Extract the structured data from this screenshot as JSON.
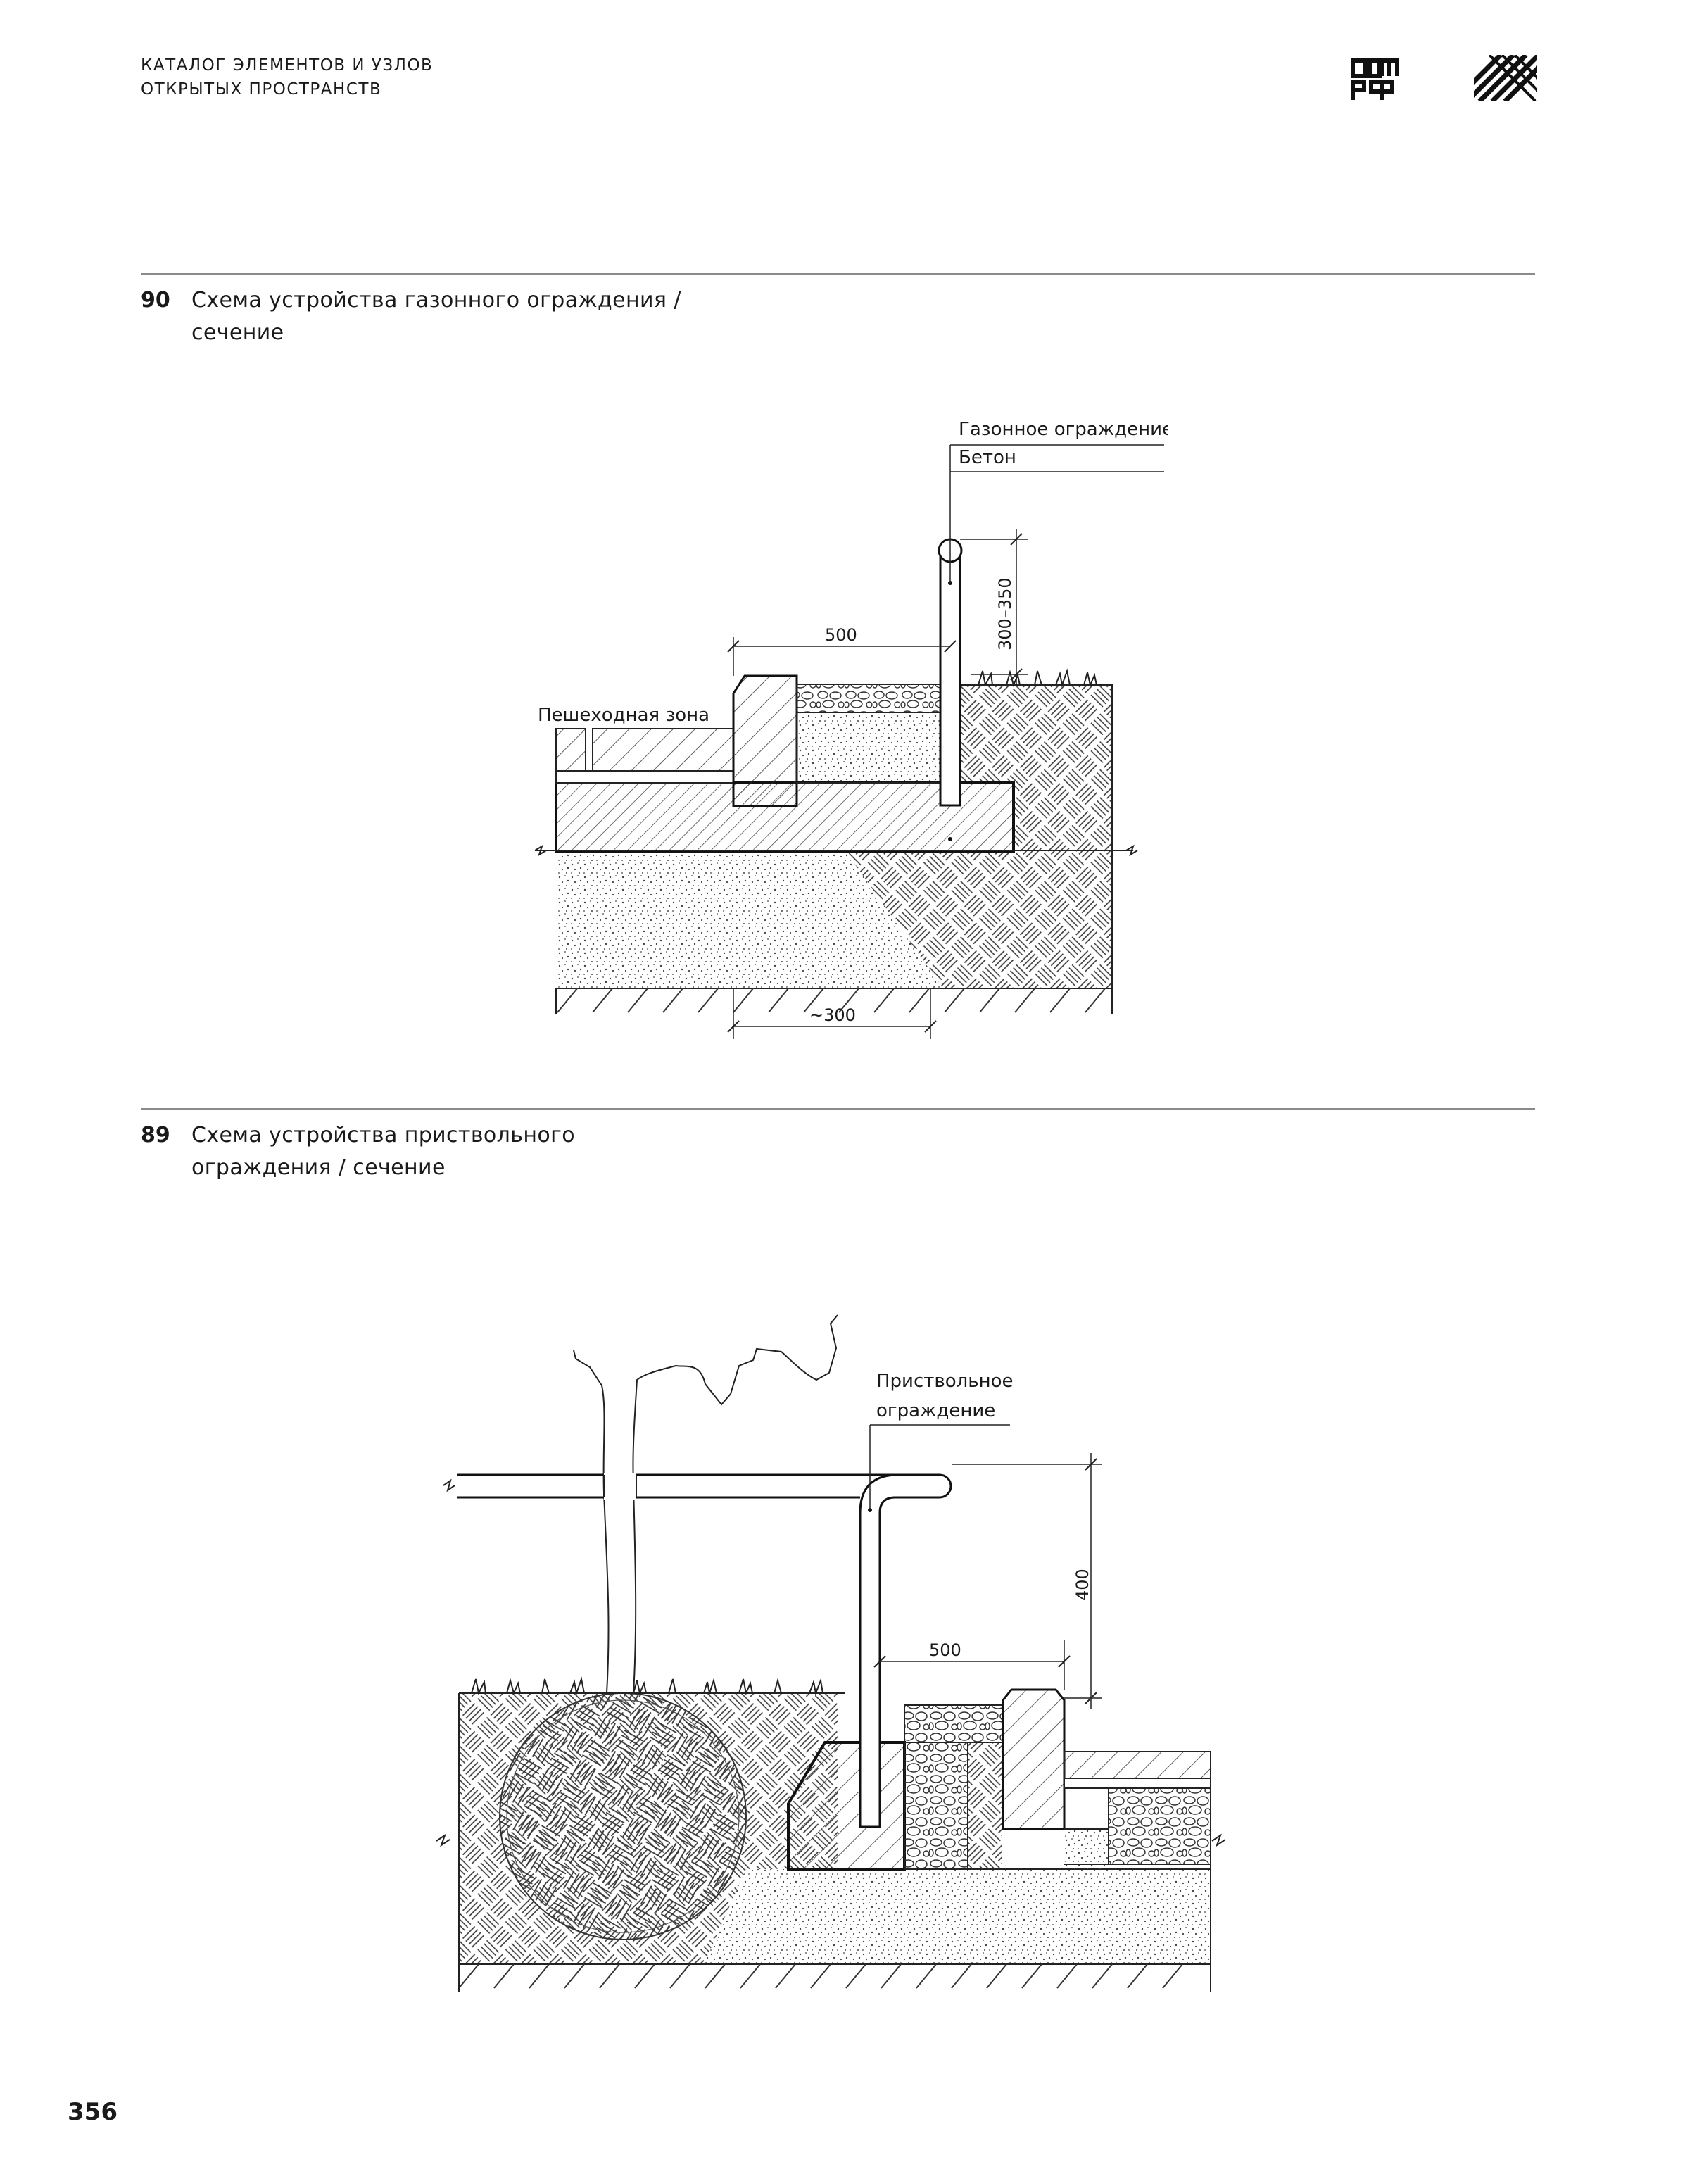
{
  "header": {
    "line1": "КАТАЛОГ ЭЛЕМЕНТОВ И УЗЛОВ",
    "line2": "ОТКРЫТЫХ ПРОСТРАНСТВ"
  },
  "figure90": {
    "number": "90",
    "title_line1": "Схема устройства газонного ограждения /",
    "title_line2": "сечение",
    "labels": {
      "fence": "Газонное ограждение",
      "concrete": "Бетон",
      "pedestrian": "Пешеходная зона"
    },
    "dims": {
      "width_top": "500",
      "height": "300–350",
      "width_bottom": "~300"
    }
  },
  "figure89": {
    "number": "89",
    "title_line1": "Схема устройства приствольного",
    "title_line2": "ограждения / сечение",
    "labels": {
      "fence_line1": "Приствольное",
      "fence_line2": "ограждение"
    },
    "dims": {
      "height": "400",
      "width": "500"
    }
  },
  "page_number": "356"
}
